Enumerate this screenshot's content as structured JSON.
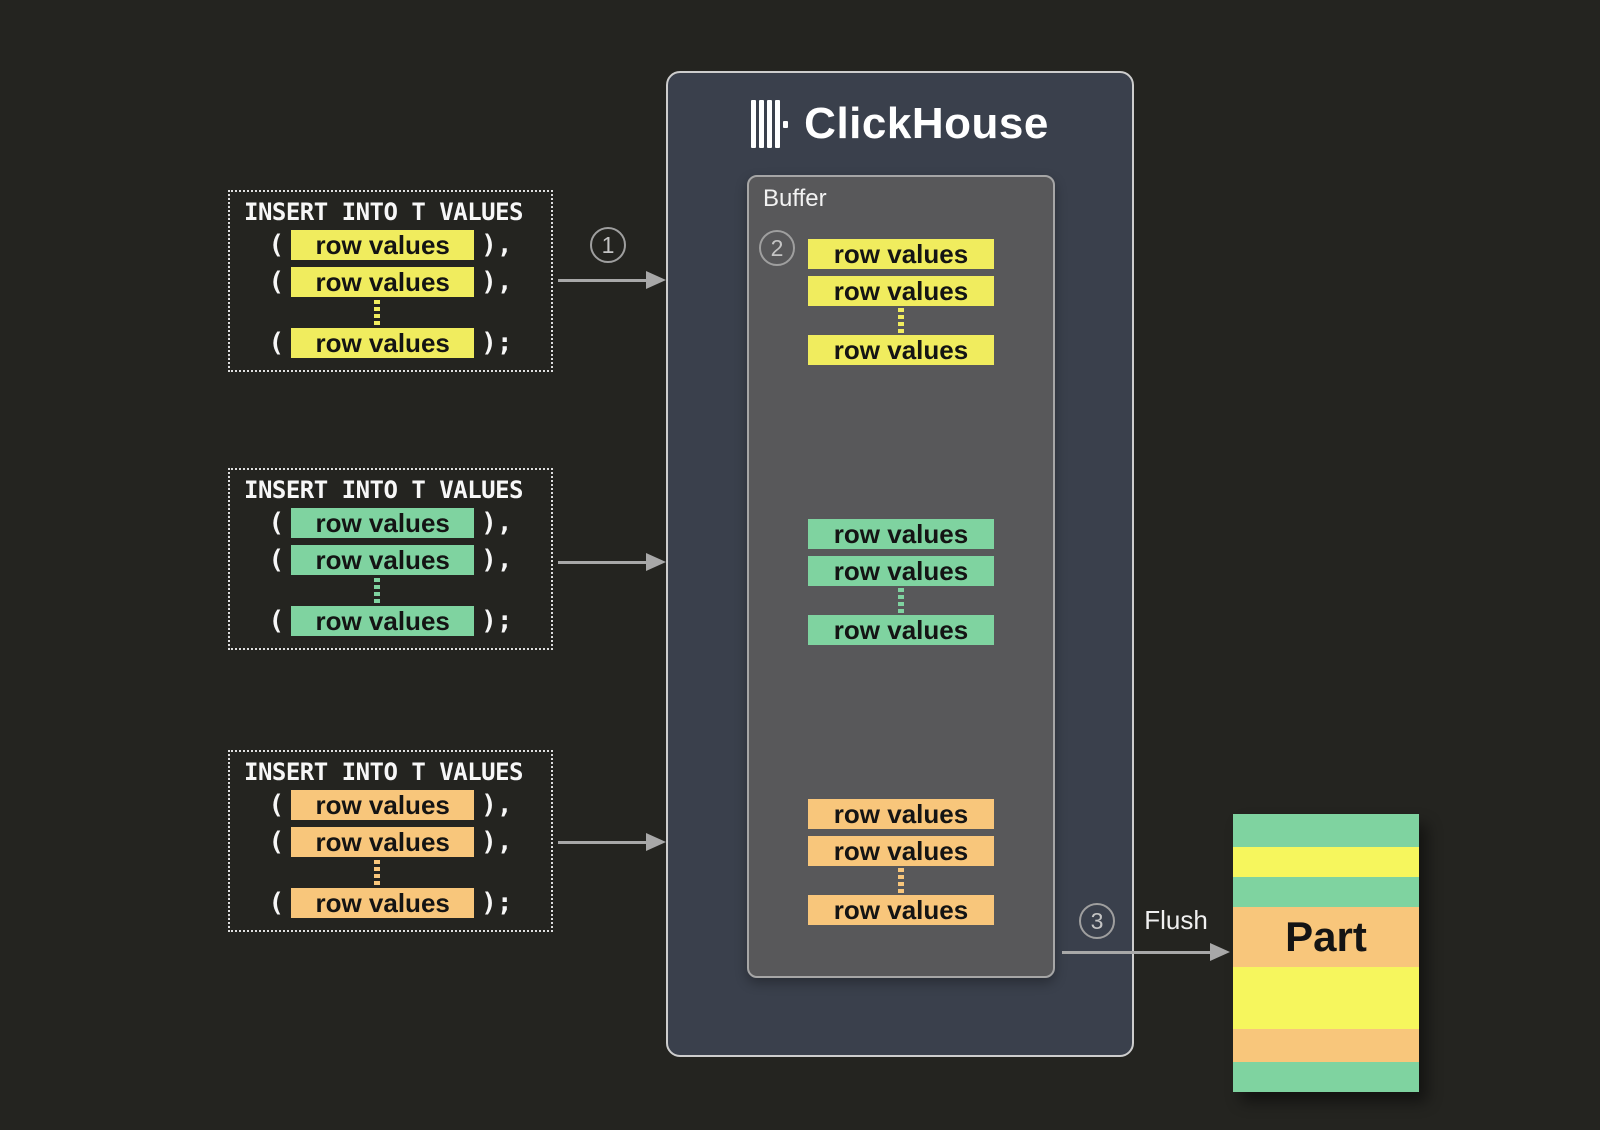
{
  "palette": {
    "background": "#242420",
    "yellow": "#f0ec5e",
    "green": "#7fd3a0",
    "orange": "#f8c67b",
    "clickhouse_box": "#3a404c",
    "buffer_box": "#58585a"
  },
  "syntax": {
    "open": "(",
    "row_sep": "),",
    "stmt_end": ");"
  },
  "inserts": [
    {
      "title": "INSERT INTO T VALUES",
      "color": "#f0ec5e",
      "rows": [
        "row values",
        "row values",
        "row values"
      ]
    },
    {
      "title": "INSERT INTO T VALUES",
      "color": "#7fd3a0",
      "rows": [
        "row values",
        "row values",
        "row values"
      ]
    },
    {
      "title": "INSERT INTO T VALUES",
      "color": "#f8c67b",
      "rows": [
        "row values",
        "row values",
        "row values"
      ]
    }
  ],
  "steps": {
    "insert": "1",
    "buffer": "2",
    "flush": "3"
  },
  "clickhouse": {
    "title": "ClickHouse"
  },
  "buffer": {
    "label": "Buffer",
    "groups": [
      {
        "color": "#f0ec5e",
        "rows": [
          "row values",
          "row values",
          "row values"
        ]
      },
      {
        "color": "#7fd3a0",
        "rows": [
          "row values",
          "row values",
          "row values"
        ]
      },
      {
        "color": "#f8c67b",
        "rows": [
          "row values",
          "row values",
          "row values"
        ]
      }
    ]
  },
  "flush": {
    "label": "Flush"
  },
  "part": {
    "label": "Part",
    "stripe_colors": [
      "#7fd3a0",
      "#f6f65d",
      "#7fd3a0",
      "#f8c67b",
      "#f6f65d",
      "#f8c67b",
      "#7fd3a0"
    ]
  }
}
